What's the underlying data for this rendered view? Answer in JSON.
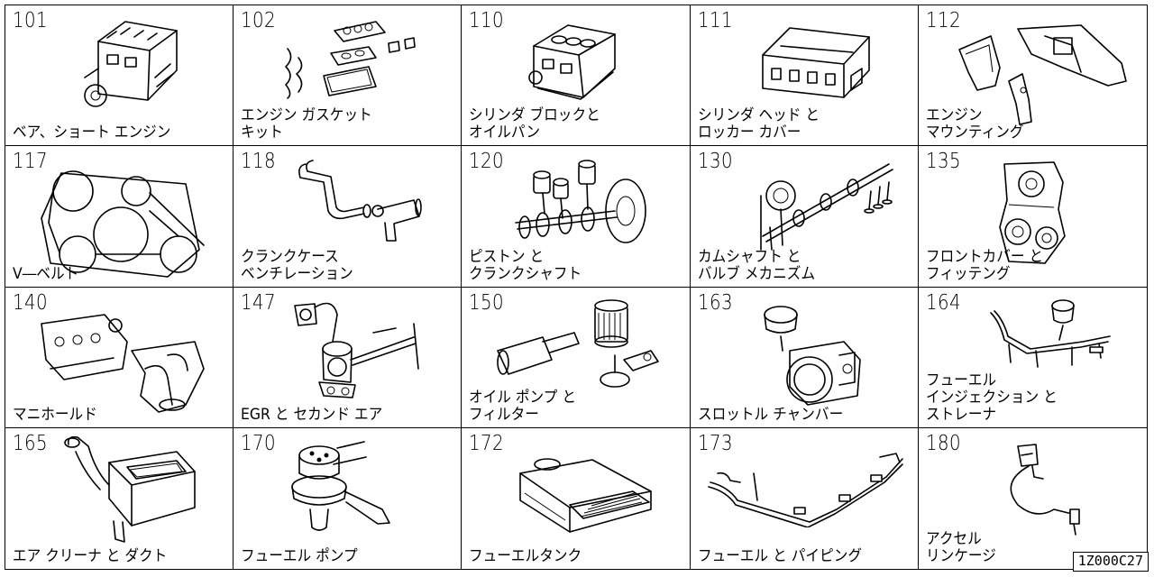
{
  "reference_code": "1Z000C27",
  "cells": [
    {
      "code": "101",
      "lines": [
        "ベア、ショート エンジン"
      ],
      "icon": "short-engine-icon"
    },
    {
      "code": "102",
      "lines": [
        "エンジン ガスケット",
        "キット"
      ],
      "icon": "gasket-kit-icon"
    },
    {
      "code": "110",
      "lines": [
        "シリンダ ブロックと",
        "オイルパン"
      ],
      "icon": "cylinder-block-icon"
    },
    {
      "code": "111",
      "lines": [
        "シリンダ ヘッド と",
        "ロッカー カバー"
      ],
      "icon": "cylinder-head-icon"
    },
    {
      "code": "112",
      "lines": [
        "エンジン",
        "マウンティング"
      ],
      "icon": "engine-mounting-icon"
    },
    {
      "code": "117",
      "lines": [
        "V―ベルト"
      ],
      "icon": "v-belt-icon"
    },
    {
      "code": "118",
      "lines": [
        "クランクケース",
        "ベンチレーション"
      ],
      "icon": "crankcase-ventilation-icon"
    },
    {
      "code": "120",
      "lines": [
        "ピストン と",
        "クランクシャフト"
      ],
      "icon": "piston-crankshaft-icon"
    },
    {
      "code": "130",
      "lines": [
        "カムシャフト と",
        "バルブ メカニズム"
      ],
      "icon": "camshaft-valve-icon"
    },
    {
      "code": "135",
      "lines": [
        "フロントカバー と",
        "フィッテング"
      ],
      "icon": "front-cover-icon"
    },
    {
      "code": "140",
      "lines": [
        "マニホールド"
      ],
      "icon": "manifold-icon"
    },
    {
      "code": "147",
      "lines": [
        "EGR と セカンド エア"
      ],
      "icon": "egr-valve-icon"
    },
    {
      "code": "150",
      "lines": [
        "オイル ポンプ と",
        "フィルター"
      ],
      "icon": "oil-pump-filter-icon"
    },
    {
      "code": "163",
      "lines": [
        "スロットル チャンバー"
      ],
      "icon": "throttle-chamber-icon"
    },
    {
      "code": "164",
      "lines": [
        "フューエル",
        "インジェクション と",
        "ストレーナ"
      ],
      "icon": "fuel-injection-icon"
    },
    {
      "code": "165",
      "lines": [
        "エア クリーナ と ダクト"
      ],
      "icon": "air-cleaner-icon"
    },
    {
      "code": "170",
      "lines": [
        "フューエル ポンプ"
      ],
      "icon": "fuel-pump-icon"
    },
    {
      "code": "172",
      "lines": [
        "フューエルタンク"
      ],
      "icon": "fuel-tank-icon"
    },
    {
      "code": "173",
      "lines": [
        "フューエル と パイピング"
      ],
      "icon": "fuel-piping-icon"
    },
    {
      "code": "180",
      "lines": [
        "アクセル",
        "リンケージ"
      ],
      "icon": "accelerator-linkage-icon"
    }
  ]
}
